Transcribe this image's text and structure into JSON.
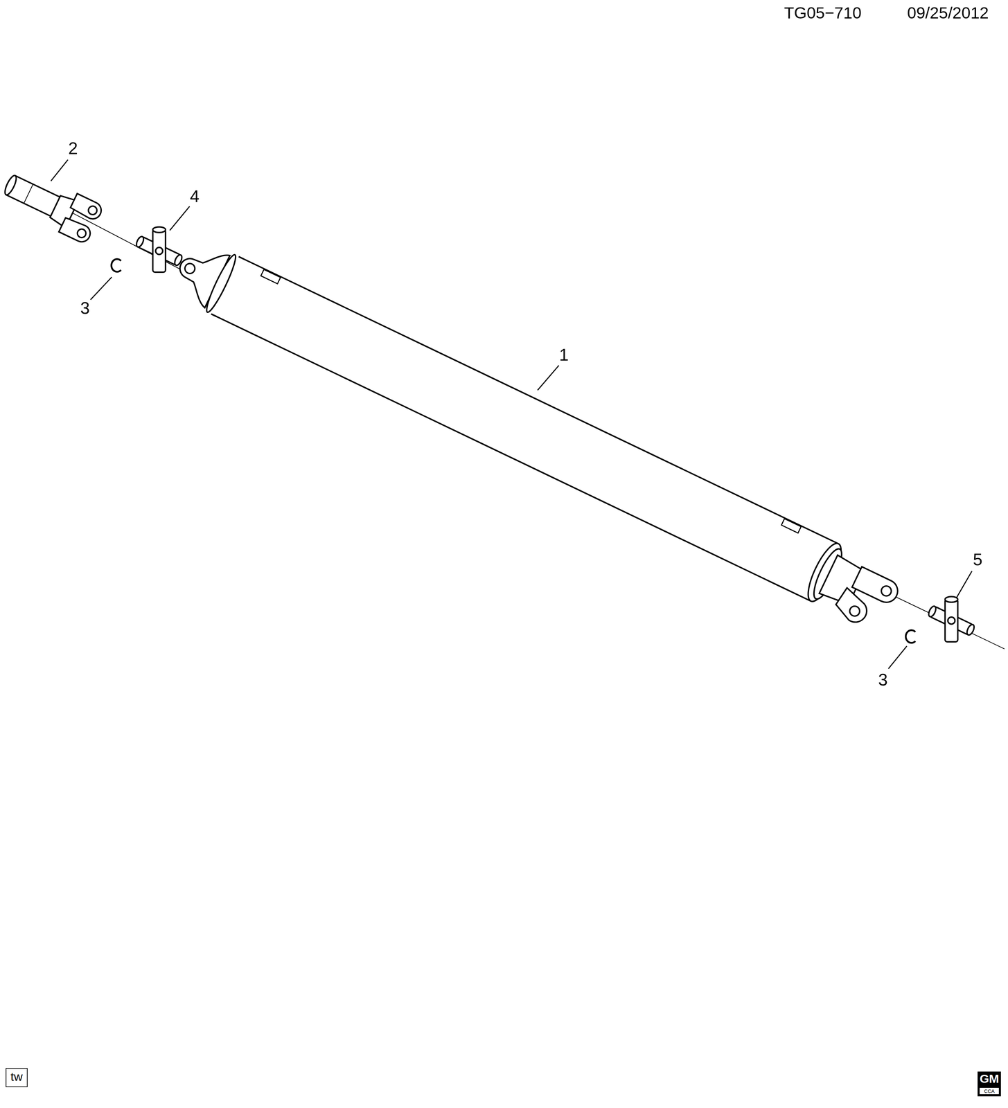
{
  "diagram": {
    "nodes": [
      {
        "text": [
          "tw"
        ]
      },
      {
        "text": [
          "GM"
        ]
      },
      {
        "text": [
          "CCA"
        ],
        "in": 1
      }
    ],
    "labels": [
      "TG05−710",
      "09/25/2012",
      "2",
      "4",
      "3",
      "1",
      "5",
      "3"
    ]
  }
}
